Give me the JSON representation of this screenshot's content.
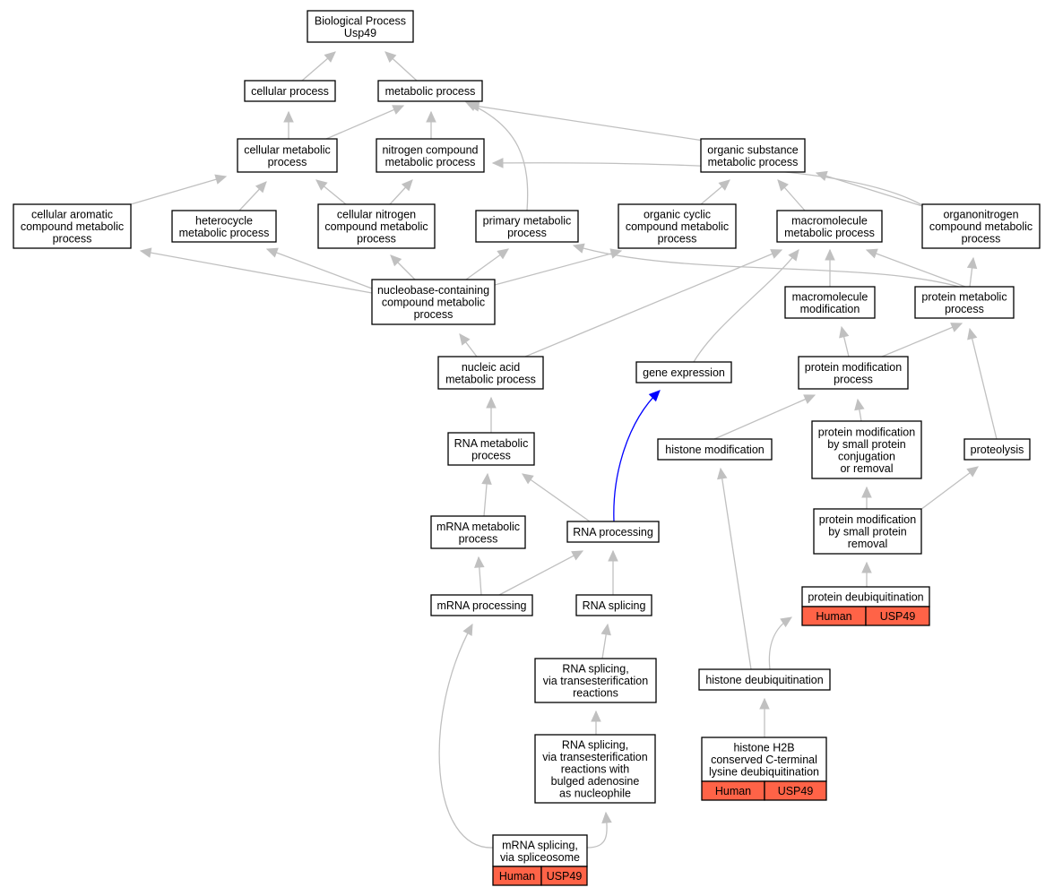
{
  "nodes": {
    "bp": {
      "lines": [
        "Biological Process",
        "Usp49"
      ]
    },
    "cellular": {
      "lines": [
        "cellular process"
      ]
    },
    "metabolic": {
      "lines": [
        "metabolic process"
      ]
    },
    "cell_metab": {
      "lines": [
        "cellular metabolic",
        "process"
      ]
    },
    "nitrogen_metab": {
      "lines": [
        "nitrogen compound",
        "metabolic process"
      ]
    },
    "organic_subst": {
      "lines": [
        "organic substance",
        "metabolic process"
      ]
    },
    "cell_aromatic": {
      "lines": [
        "cellular aromatic",
        "compound metabolic",
        "process"
      ]
    },
    "heterocycle": {
      "lines": [
        "heterocycle",
        "metabolic process"
      ]
    },
    "cell_nitrogen": {
      "lines": [
        "cellular nitrogen",
        "compound metabolic",
        "process"
      ]
    },
    "primary_metab": {
      "lines": [
        "primary metabolic",
        "process"
      ]
    },
    "organic_cyclic": {
      "lines": [
        "organic cyclic",
        "compound metabolic",
        "process"
      ]
    },
    "macromol_metab": {
      "lines": [
        "macromolecule",
        "metabolic process"
      ]
    },
    "organonitrogen": {
      "lines": [
        "organonitrogen",
        "compound metabolic",
        "process"
      ]
    },
    "nucleobase": {
      "lines": [
        "nucleobase-containing",
        "compound metabolic",
        "process"
      ]
    },
    "macromol_mod": {
      "lines": [
        "macromolecule",
        "modification"
      ]
    },
    "protein_metab": {
      "lines": [
        "protein metabolic",
        "process"
      ]
    },
    "nucleic_acid": {
      "lines": [
        "nucleic acid",
        "metabolic process"
      ]
    },
    "gene_expr": {
      "lines": [
        "gene expression"
      ]
    },
    "protein_mod": {
      "lines": [
        "protein modification",
        "process"
      ]
    },
    "rna_metab": {
      "lines": [
        "RNA metabolic",
        "process"
      ]
    },
    "histone_mod": {
      "lines": [
        "histone modification"
      ]
    },
    "pm_small_conj": {
      "lines": [
        "protein modification",
        "by small protein",
        "conjugation",
        "or removal"
      ]
    },
    "proteolysis": {
      "lines": [
        "proteolysis"
      ]
    },
    "mrna_metab": {
      "lines": [
        "mRNA metabolic",
        "process"
      ]
    },
    "rna_processing": {
      "lines": [
        "RNA processing"
      ]
    },
    "pm_small_removal": {
      "lines": [
        "protein modification",
        "by small protein",
        "removal"
      ]
    },
    "mrna_processing": {
      "lines": [
        "mRNA processing"
      ]
    },
    "rna_splicing": {
      "lines": [
        "RNA splicing"
      ]
    },
    "protein_deubiq": {
      "lines": [
        "protein deubiquitination"
      ],
      "annot": [
        "Human",
        "USP49"
      ]
    },
    "rna_splicing_trans": {
      "lines": [
        "RNA splicing,",
        "via transesterification",
        "reactions"
      ]
    },
    "histone_deubiq": {
      "lines": [
        "histone deubiquitination"
      ]
    },
    "rna_splicing_bulged": {
      "lines": [
        "RNA splicing,",
        "via transesterification",
        "reactions with",
        "bulged adenosine",
        "as nucleophile"
      ]
    },
    "h2b_deubiq": {
      "lines": [
        "histone H2B",
        "conserved C-terminal",
        "lysine deubiquitination"
      ],
      "annot": [
        "Human",
        "USP49"
      ]
    },
    "mrna_splicing_spliceosome": {
      "lines": [
        "mRNA splicing,",
        "via spliceosome"
      ],
      "annot": [
        "Human",
        "USP49"
      ]
    }
  },
  "colors": {
    "edge": "#c0c0c0",
    "highlight_edge": "#0000ff",
    "annotation_fill": "#ff6347"
  }
}
